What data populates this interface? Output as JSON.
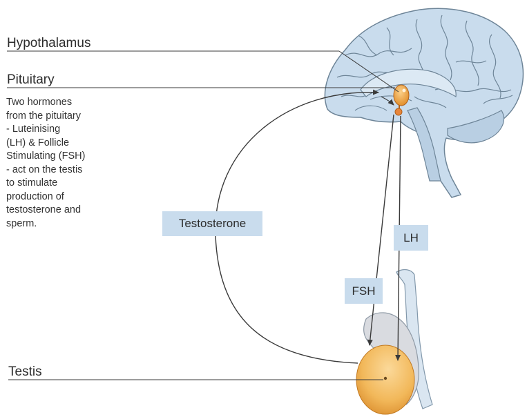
{
  "labels": {
    "hypothalamus": "Hypothalamus",
    "pituitary": "Pituitary",
    "testis": "Testis"
  },
  "description_lines": [
    "Two hormones",
    "from the pituitary",
    "- Luteinising",
    "(LH) & Follicle",
    "Stimulating (FSH)",
    "- act on the testis",
    "to stimulate",
    "production of",
    "testosterone and",
    "sperm."
  ],
  "hormones": {
    "testosterone": "Testosterone",
    "lh": "LH",
    "fsh": "FSH"
  },
  "colors": {
    "brain_fill": "#c9dced",
    "brain_stroke": "#6e8598",
    "label_box": "#c9dced",
    "pituitary": "#f0a040",
    "testis": "#f2b85a",
    "arrow": "#3a3a3a"
  }
}
